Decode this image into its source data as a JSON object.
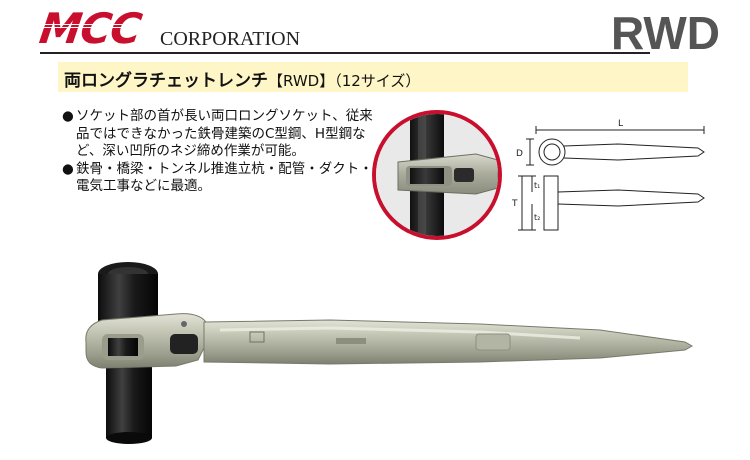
{
  "header": {
    "logo": "MCC",
    "company": "CORPORATION",
    "model_code": "RWD"
  },
  "title": {
    "main": "両ロングラチェットレンチ",
    "sub": "【RWD】（12サイズ）"
  },
  "description": {
    "bullets": [
      "ソケット部の首が長い両口ロングソケット、従来品ではできなかった鉄骨建築のC型鋼、H型鋼など、深い凹所のネジ締め作業が可能。",
      "鉄骨・橋梁・トンネル推進立杭・配管・ダクト・電気工事などに最適。"
    ]
  },
  "dimension_labels": {
    "length": "L",
    "diameter": "D",
    "top": "t₁",
    "total": "T",
    "bottom": "t₂"
  },
  "colors": {
    "brand_red": "#c8102e",
    "title_bg": "#fff6c8",
    "model_gray": "#555555"
  }
}
